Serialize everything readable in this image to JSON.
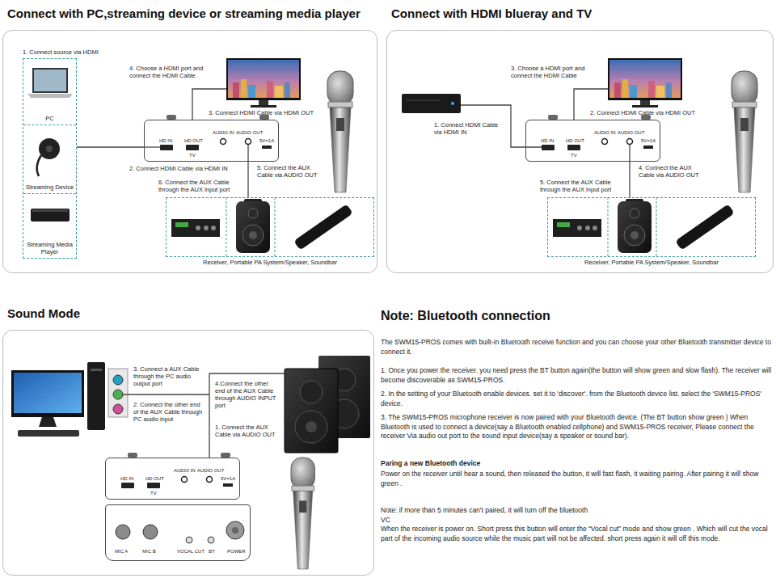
{
  "diagram": {
    "nodes": [
      {
        "text": [
          "Connect with PC,streaming device or streaming media player"
        ]
      },
      {
        "text": [
          "1. Connect source via HDMI"
        ],
        "in": 0
      },
      {
        "text": [
          "PC"
        ],
        "in": 1
      },
      {
        "text": [
          "Streaming Device"
        ],
        "in": 1
      },
      {
        "text": [
          "Streaming Media Player"
        ],
        "in": 1
      },
      {
        "text": [
          "HD IN",
          "HD OUT",
          "TV",
          "AUDIO IN",
          "AUDIO OUT",
          "5V=1A"
        ],
        "in": 0
      },
      {
        "text": [
          "Receiver, Portable PA System/Speaker, Soundbar"
        ],
        "in": 0
      },
      {
        "text": [
          "Connect with HDMI blueray and TV"
        ]
      },
      {
        "text": [
          "HD IN",
          "HD OUT",
          "TV",
          "AUDIO IN",
          "AUDIO OUT",
          "5V=1A"
        ],
        "in": 7
      },
      {
        "text": [
          "Receiver, Portable PA System/Speaker, Soundbar"
        ],
        "in": 7
      },
      {
        "text": [
          "Sound Mode"
        ]
      },
      {
        "text": [
          "HD IN",
          "HD OUT",
          "TV",
          "AUDIO IN",
          "AUDIO OUT",
          "5V=1A"
        ],
        "in": 10
      },
      {
        "text": [
          "MIC A",
          "MIC B",
          "VOCAL CUT",
          "BT",
          "POWER"
        ],
        "in": 10
      }
    ],
    "edges": [
      {
        "from": 1,
        "to": 5,
        "arrow": "none"
      },
      {
        "from": 5,
        "to": 6,
        "arrow": "none"
      },
      {
        "from": 8,
        "to": 9,
        "arrow": "none"
      }
    ],
    "labels": [
      "4. Choose a HDMI port and connect the HDMI Cable",
      "3. Connect HDMI Cable via HDMI OUT",
      "2. Connect HDMI Cable via HDMI IN",
      "5. Connect the AUX Cable via AUDIO OUT",
      "6. Connect the AUX Cable through the AUX input port",
      "3. Choose a HDMI port and connect the HDMI Cable",
      "2. Connect HDMI Cable via HDMI OUT",
      "1. Connect HDMI Cable via HDMI IN",
      "4. Connect the AUX Cable via AUDIO OUT",
      "5. Connect the AUX Cable through the AUX input port",
      "3. Connect a AUX Cable through the PC audio output port",
      "4.Connect the other end of the AUX Cable through AUDIO INPUT port",
      "2. Connect the other end of the AUX Cable through PC audio input",
      "1. Connect the AUX Cable via AUDIO OUT",
      "Note: Bluetooth connection",
      "The SWM15-PROS comes with built-in Bluetooth receive function and you can choose your other Bluetooth transmitter device to connect it.",
      "1. Once you power the receiver. you need press the BT button again(the button will show green and slow flash). The receiver will become discoverable as SWM15-PROS.",
      "2. In the setting of your Bluetooth enable devices. set it to 'discover'. from the Bluetooth device list. select the 'SWM15-PROS' device.",
      "3. The SWM15-PROS microphone receiver is now paired with your Bluetooth device. (The BT button show green ) When Bluetooth is used to connect a device(say a Bluetooth enabled cellphone) and SWM15-PROS receiver, Please connect the receiver Via audio out port to the sound input device(say a speaker or sound bar).",
      "Paring a new Bluetooth device",
      "Power on the receiver until hear a sound, then released the button, it will fast flash, it waiting pairing. After pairing it will show green .",
      "Note: if more than 5 minutes can't paired, it will turn off the bluetooth",
      "VC",
      "When the receiver is power on. Short press this button will enter the “Vocal cut” mode and show green . Which will cut the vocal part of the incoming audio source while the music part will not be affected. short press again it will off this mode."
    ]
  }
}
